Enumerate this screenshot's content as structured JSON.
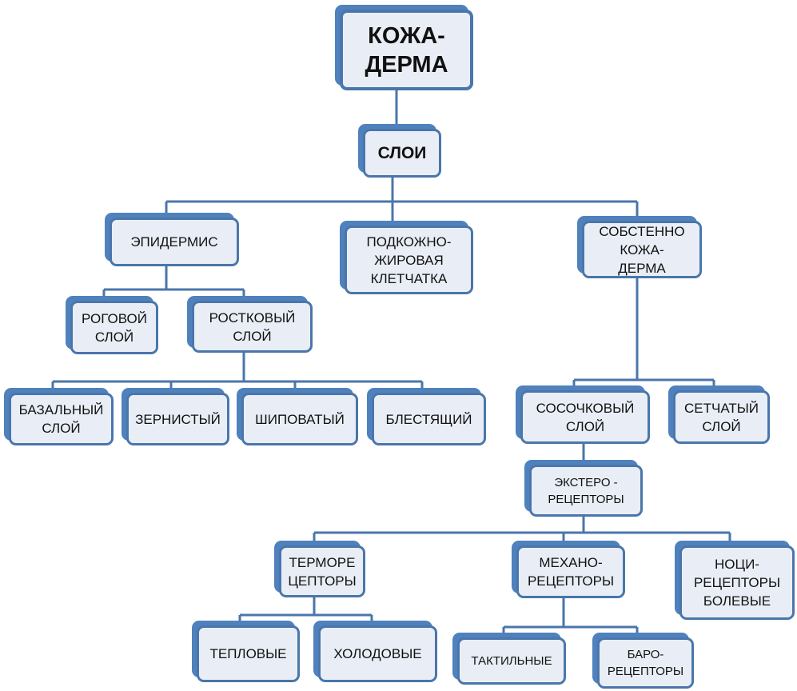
{
  "diagram": {
    "root": "КОЖА-\nДЕРМА",
    "layers": "СЛОИ",
    "epidermis": "ЭПИДЕРМИС",
    "subcutaneous": "ПОДКОЖНО-\nЖИРОВАЯ\nКЛЕТЧАТКА",
    "dermis_proper": "СОБСТЕННО\nКОЖА-\nДЕРМА",
    "horny_layer": "РОГОВОЙ\nСЛОЙ",
    "germinal_layer": "РОСТКОВЫЙ\nСЛОЙ",
    "basal": "БАЗАЛЬНЫЙ\nСЛОЙ",
    "granular": "ЗЕРНИСТЫЙ",
    "spinous": "ШИПОВАТЫЙ",
    "lucid": "БЛЕСТЯЩИЙ",
    "papillary": "СОСОЧКОВЫЙ\nСЛОЙ",
    "reticular": "СЕТЧАТЫЙ\nСЛОЙ",
    "exteroreceptors": "ЭКСТЕРО -\nРЕЦЕПТОРЫ",
    "thermoreceptors": "ТЕРМОРЕ\nЦЕПТОРЫ",
    "mechanoreceptors": "МЕХАНО-\nРЕЦЕПТОРЫ",
    "nociceptors": "НОЦИ-\nРЕЦЕПТОРЫ\nБОЛЕВЫЕ",
    "heat": "ТЕПЛОВЫЕ",
    "cold": "ХОЛОДОВЫЕ",
    "tactile": "ТАКТИЛЬНЫЕ",
    "baroreceptors": "БАРО-\nРЕЦЕПТОРЫ"
  },
  "colors": {
    "box_back": "#4f81bd",
    "box_border": "#4a76ab",
    "box_fill": "#e9eef6",
    "connector": "#4a76ab"
  }
}
